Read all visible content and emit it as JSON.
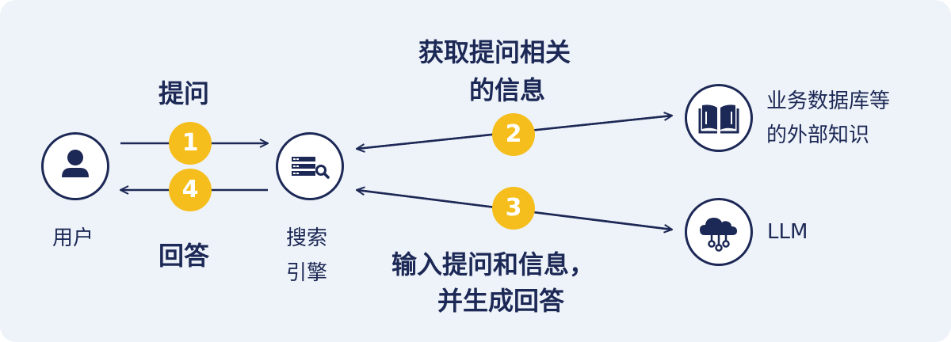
{
  "nodes": {
    "user": {
      "label": "用户"
    },
    "search_engine": {
      "label_line1": "搜索",
      "label_line2": "引擎"
    },
    "knowledge": {
      "label_line1": "业务数据库等",
      "label_line2": "的外部知识"
    },
    "llm": {
      "label": "LLM"
    }
  },
  "steps": [
    {
      "number": "1",
      "label_line1": "提问",
      "label_line2": ""
    },
    {
      "number": "2",
      "label_line1": "获取提问相关",
      "label_line2": "的信息"
    },
    {
      "number": "3",
      "label_line1": "输入提问和信息，",
      "label_line2": "并生成回答"
    },
    {
      "number": "4",
      "label_line1": "回答",
      "label_line2": ""
    }
  ],
  "colors": {
    "background": "#eef3f9",
    "navy": "#1c2855",
    "badge": "#f5be1d"
  },
  "icons": {
    "user": "person-icon",
    "search_engine": "server-search-icon",
    "knowledge": "book-icon",
    "llm": "cloud-network-icon"
  }
}
